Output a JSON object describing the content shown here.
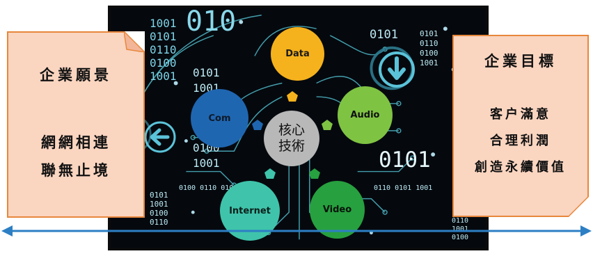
{
  "vision_note": {
    "title": "企業願景",
    "lines": [
      "網網相連",
      "聯無止境"
    ]
  },
  "goals_note": {
    "title": "企業目標",
    "lines": [
      "客户滿意",
      "合理利潤",
      "創造永續價值"
    ]
  },
  "core": {
    "lines": [
      "核心",
      "技術"
    ]
  },
  "circles": {
    "data": "Data",
    "audio": "Audio",
    "com": "Com",
    "internet": "Internet",
    "video": "Video"
  },
  "background_binary": {
    "top_left": [
      "1001",
      "0101",
      "0110",
      "0100",
      "1001"
    ],
    "top_large": "010",
    "mid_left": [
      "0101",
      "1001"
    ],
    "top_right_a": [
      "0101",
      "0110",
      "0100",
      "1001"
    ],
    "top_right_b": "0101",
    "mid_lower_left": [
      "0100",
      "1001"
    ],
    "row_left": "0100 0110 0101",
    "row_right": "0110 0101 1001",
    "bottom_left": [
      "0101",
      "1001",
      "0100",
      "0110"
    ],
    "large_right": "0101",
    "bottom_right": [
      "0110",
      "1001",
      "0100"
    ]
  },
  "colors": {
    "note_fill": "#fad5c0",
    "note_border": "#e7873c",
    "data": "#f6b21c",
    "audio": "#7fc343",
    "com": "#1f66b1",
    "internet": "#3fc4ab",
    "video": "#27a03f",
    "core": "#b8b8b8",
    "circuit": "#4fb8c8",
    "timeline": "#2d7fc4"
  },
  "icons": [
    "down-arrow-circle-icon",
    "left-arrow-circle-icon",
    "pentagon-connector-icon",
    "double-arrow-icon"
  ]
}
